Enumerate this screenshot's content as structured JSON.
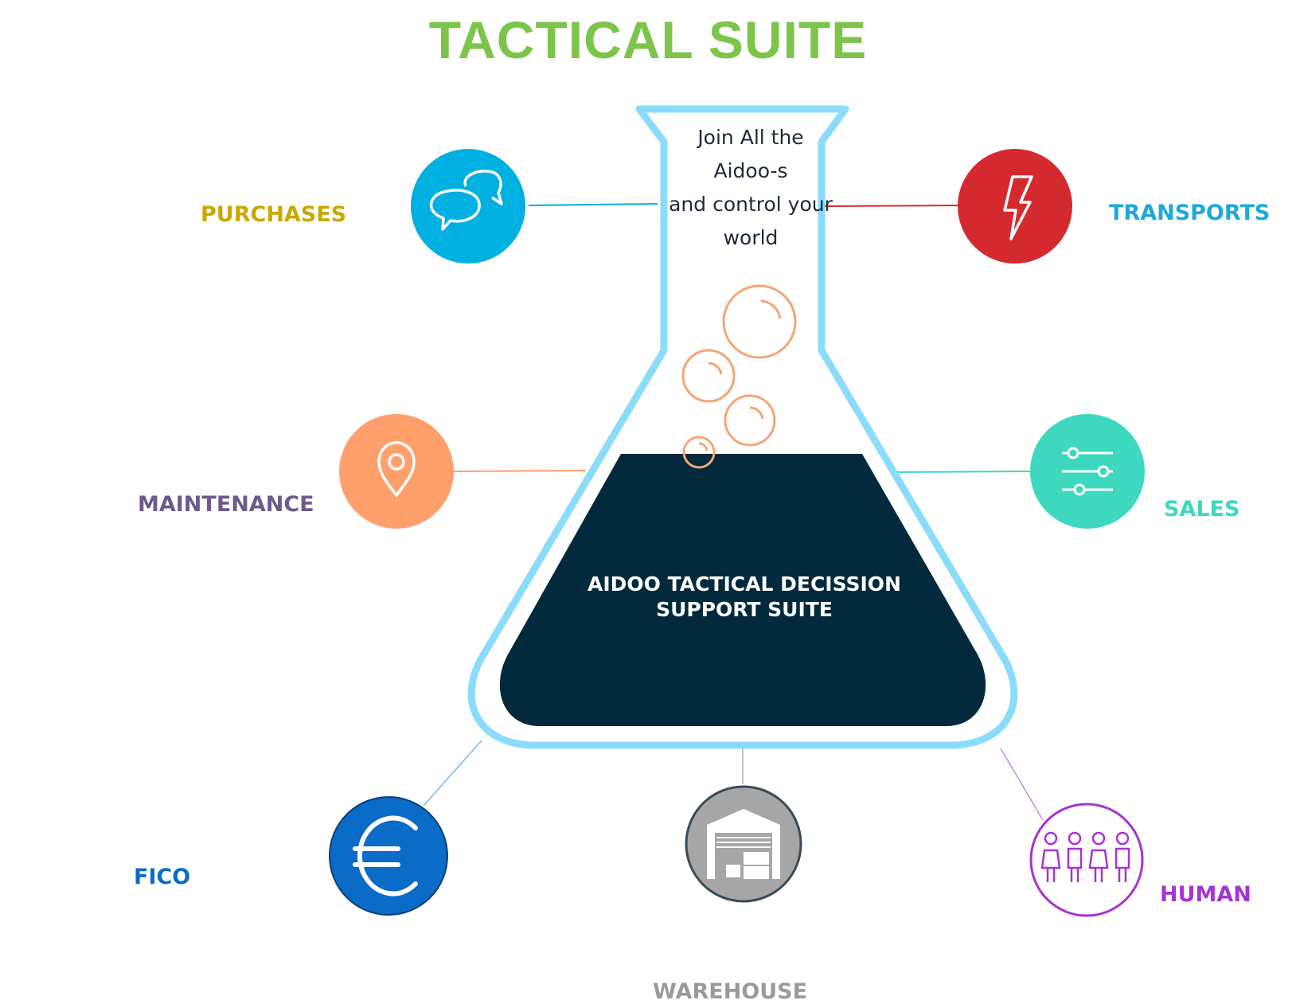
{
  "title": "TACTICAL SUITE",
  "flask": {
    "neck_text": [
      "Join All the",
      "Aidoo-s",
      "and control your",
      "world"
    ],
    "liquid_text": [
      "AIDOO TACTICAL DECISSION",
      "SUPPORT SUITE"
    ]
  },
  "modules": [
    {
      "id": "purchases",
      "label": "PURCHASES",
      "icon": "chat-bubbles-icon",
      "color": "#00b0e0",
      "label_color": "#c9a800"
    },
    {
      "id": "transports",
      "label": "TRANSPORTS",
      "icon": "lightning-icon",
      "color": "#d42a2f",
      "label_color": "#1fa8dd"
    },
    {
      "id": "maintenance",
      "label": "MAINTENANCE",
      "icon": "map-pin-icon",
      "color": "#ffa06c",
      "label_color": "#6d5a8c"
    },
    {
      "id": "sales",
      "label": "SALES",
      "icon": "sliders-icon",
      "color": "#3dd8bf",
      "label_color": "#3dd8bf"
    },
    {
      "id": "fico",
      "label": "FICO",
      "icon": "euro-icon",
      "color": "#0a6cc7",
      "label_color": "#0a6cc7"
    },
    {
      "id": "warehouse",
      "label": "WAREHOUSE",
      "icon": "warehouse-icon",
      "color": "#a6a6a6",
      "label_color": "#9a9a9a"
    },
    {
      "id": "human",
      "label": "HUMAN",
      "icon": "people-icon",
      "color": "#a733d1",
      "label_color": "#a733d1"
    }
  ],
  "colors": {
    "title": "#7cc44a",
    "flask_outline": "#8bdcfa",
    "liquid": "#032a3c",
    "bubbles": "#f5a576",
    "neck_text": "#1e2a3a"
  }
}
